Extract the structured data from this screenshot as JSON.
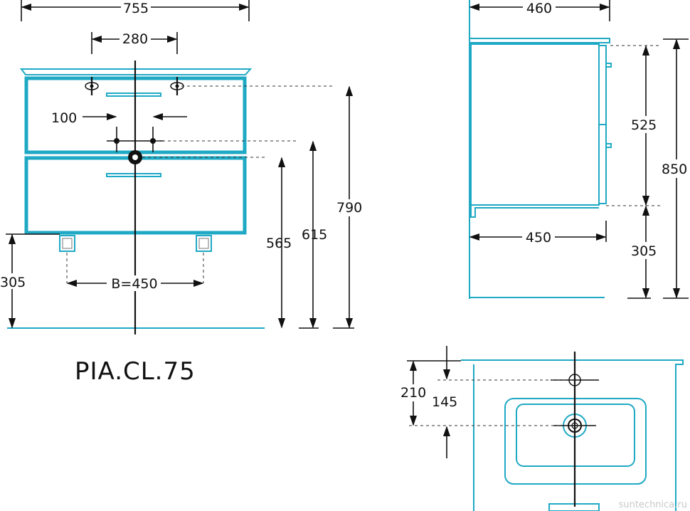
{
  "title": "PIA.CL.75",
  "watermark": "suntechnica.ru",
  "colors": {
    "outline": "#1fa9c4",
    "lines": "#111111"
  },
  "front_view": {
    "width": "755",
    "tap_spacing": "280",
    "connector_spacing": "100",
    "leg_spacing": "B=450",
    "leg_height": "305",
    "drain_height": "565",
    "connector_height": "615",
    "total_height": "790"
  },
  "side_view": {
    "top_depth": "460",
    "body_depth": "450",
    "cabinet_height": "525",
    "total_height": "850",
    "leg_height": "305"
  },
  "top_view": {
    "tap_to_drain": "145",
    "back_to_drain": "210"
  }
}
